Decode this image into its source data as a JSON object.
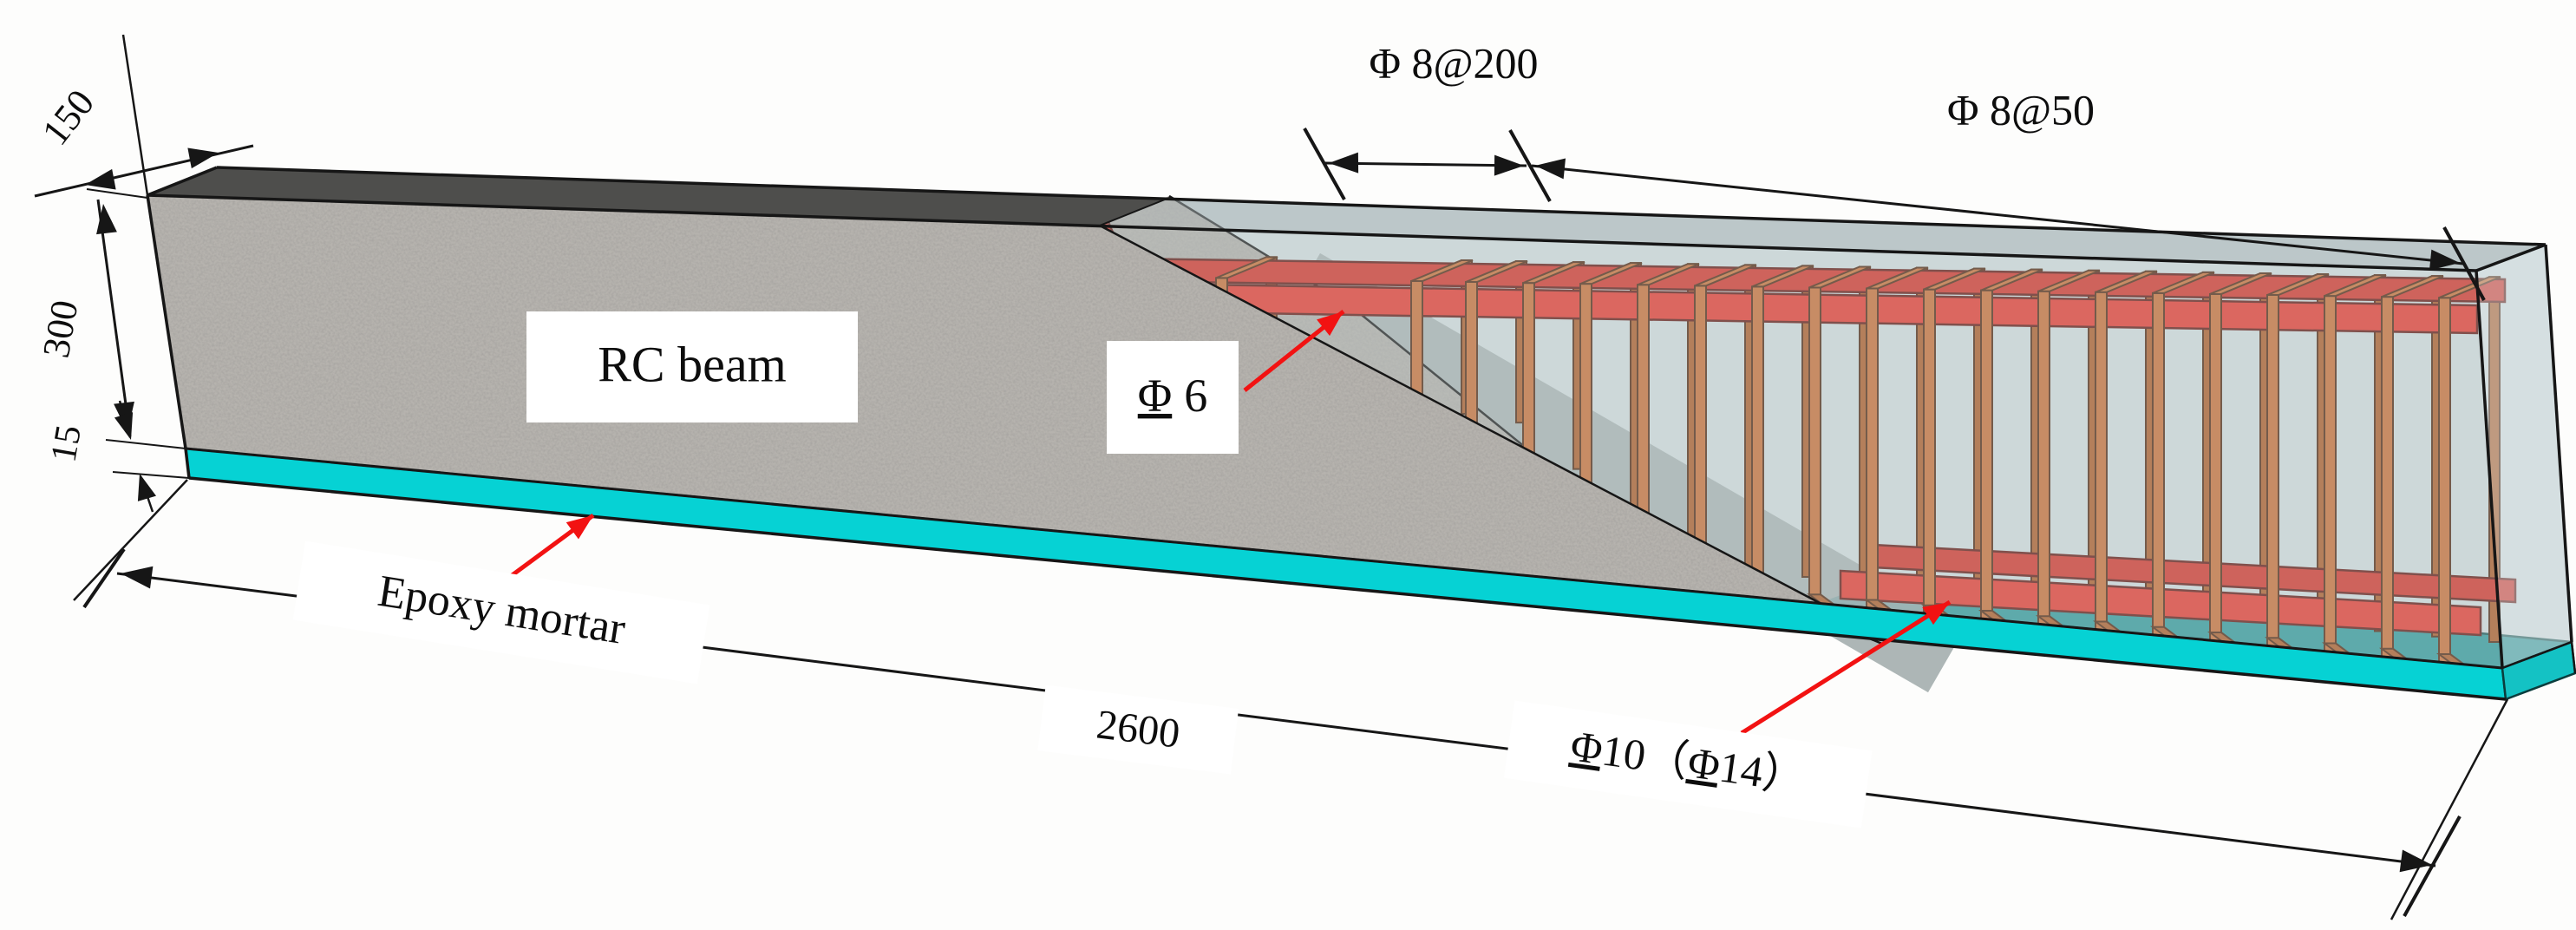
{
  "diagram": {
    "dimensions": {
      "beam_width": "150",
      "beam_height": "300",
      "mortar_thickness": "15",
      "beam_length": "2600"
    },
    "labels": {
      "beam": "RC beam",
      "mortar": "Epoxy mortar",
      "stirrup_sparse": "Φ 8@200",
      "stirrup_dense": "Φ 8@50",
      "hanger_bar": {
        "symbol": "Φ",
        "size": "6"
      },
      "bottom_bar": {
        "symbol": "Φ",
        "size": "10（",
        "symbol2": "Φ",
        "size2": "14）"
      }
    },
    "colors": {
      "concrete": "#b6b3ae",
      "concrete_cut": "#aeaba5",
      "concrete_top": "#4e4e4c",
      "interior": "#cdd8d9",
      "interior_top": "#bcc7c9",
      "interior_right": "#d5dfe1",
      "interior_shadow": "#9aa5a5",
      "epoxy_front": "#06d2d4",
      "epoxy_top": "#2a9496",
      "epoxy_right": "#14c2c4",
      "rebar": "#e23227",
      "rebar_dark": "#cf2b21",
      "stirrup": "#c4682f",
      "stirrup_dark": "#a9541f",
      "leader_arrow": "#f21212",
      "line": "#161616"
    }
  }
}
